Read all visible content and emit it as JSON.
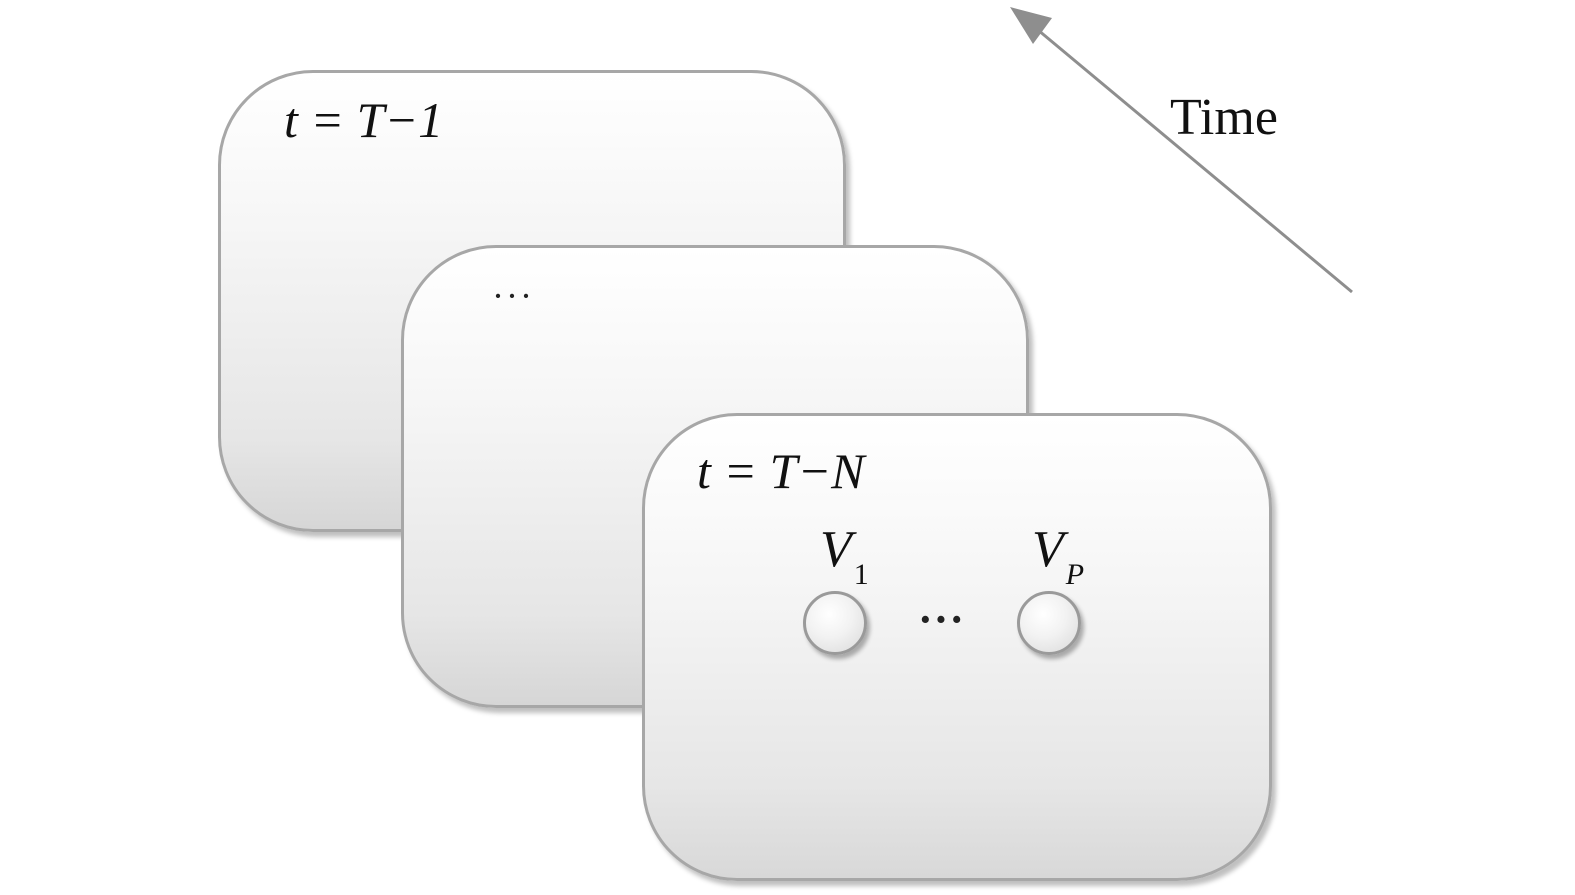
{
  "diagram": {
    "back_panel": {
      "label": "t = T−1"
    },
    "middle_panel": {
      "label": "···"
    },
    "front_panel": {
      "label": "t = T−N",
      "variables": [
        {
          "letter": "V",
          "subscript": "1"
        },
        {
          "letter": "V",
          "subscript": "P"
        }
      ],
      "between_nodes": "···"
    },
    "time_axis": {
      "label": "Time"
    }
  },
  "colors": {
    "panel_border": "#a7a7a7",
    "arrow": "#8e8e8e",
    "text": "#111111"
  }
}
